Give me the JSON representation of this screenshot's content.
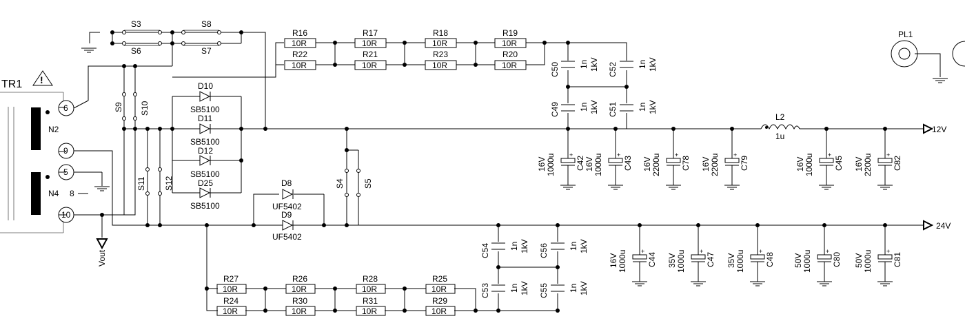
{
  "transformer": {
    "name": "TR1",
    "winding_top": "N2",
    "winding_bottom": "N4",
    "pins": [
      "6",
      "9",
      "5",
      "10"
    ],
    "pin_unconnected": "8"
  },
  "switches": {
    "s3": "S3",
    "s8": "S8",
    "s6": "S6",
    "s7": "S7",
    "s9": "S9",
    "s10": "S10",
    "s11": "S11",
    "s12": "S12",
    "s4": "S4",
    "s5": "S5"
  },
  "resistors": {
    "r16": {
      "name": "R16",
      "value": "10R"
    },
    "r17": {
      "name": "R17",
      "value": "10R"
    },
    "r18": {
      "name": "R18",
      "value": "10R"
    },
    "r19": {
      "name": "R19",
      "value": "10R"
    },
    "r22": {
      "name": "R22",
      "value": "10R"
    },
    "r21": {
      "name": "R21",
      "value": "10R"
    },
    "r23": {
      "name": "R23",
      "value": "10R"
    },
    "r20": {
      "name": "R20",
      "value": "10R"
    },
    "r27": {
      "name": "R27",
      "value": "10R"
    },
    "r26": {
      "name": "R26",
      "value": "10R"
    },
    "r28": {
      "name": "R28",
      "value": "10R"
    },
    "r25": {
      "name": "R25",
      "value": "10R"
    },
    "r24": {
      "name": "R24",
      "value": "10R"
    },
    "r30": {
      "name": "R30",
      "value": "10R"
    },
    "r31": {
      "name": "R31",
      "value": "10R"
    },
    "r29": {
      "name": "R29",
      "value": "10R"
    }
  },
  "diodes": {
    "d10": {
      "name": "D10",
      "part": "SB5100"
    },
    "d11": {
      "name": "D11",
      "part": "SB5100"
    },
    "d12": {
      "name": "D12",
      "part": "SB5100"
    },
    "d25": {
      "name": "D25",
      "part": "SB5100"
    },
    "d8": {
      "name": "D8",
      "part": "UF5402"
    },
    "d9": {
      "name": "D9",
      "part": "UF5402"
    }
  },
  "snubber_caps": {
    "c50": {
      "name": "C50",
      "value": "1n",
      "rating": "1kV"
    },
    "c52": {
      "name": "C52",
      "value": "1n",
      "rating": "1kV"
    },
    "c49": {
      "name": "C49",
      "value": "1n",
      "rating": "1kV"
    },
    "c51": {
      "name": "C51",
      "value": "1n",
      "rating": "1kV"
    },
    "c54": {
      "name": "C54",
      "value": "1n",
      "rating": "1kV"
    },
    "c56": {
      "name": "C56",
      "value": "1n",
      "rating": "1kV"
    },
    "c53": {
      "name": "C53",
      "value": "1n",
      "rating": "1kV"
    },
    "c55": {
      "name": "C55",
      "value": "1n",
      "rating": "1kV"
    }
  },
  "caps_12v": {
    "c42": {
      "name": "C42",
      "voltage": "16V",
      "value": "1000u"
    },
    "c43": {
      "name": "C43",
      "voltage": "16V",
      "value": "1000u"
    },
    "c78": {
      "name": "C78",
      "voltage": "16V",
      "value": "2200u"
    },
    "c79": {
      "name": "C79",
      "voltage": "16V",
      "value": "2200u"
    },
    "c45": {
      "name": "C45",
      "voltage": "16V",
      "value": "1000u"
    },
    "c82": {
      "name": "C82",
      "voltage": "16V",
      "value": "2200u"
    }
  },
  "caps_24v": {
    "c44": {
      "name": "C44",
      "voltage": "16V",
      "value": "1000u"
    },
    "c47": {
      "name": "C47",
      "voltage": "35V",
      "value": "1000u"
    },
    "c48": {
      "name": "C48",
      "voltage": "35V",
      "value": "1000u"
    },
    "c80": {
      "name": "C80",
      "voltage": "50V",
      "value": "1000u"
    },
    "c81": {
      "name": "C81",
      "voltage": "50V",
      "value": "1000u"
    }
  },
  "inductor": {
    "name": "L2",
    "value": "1u"
  },
  "outputs": {
    "rail_12": "12V",
    "rail_24": "24V",
    "vout": "Vout"
  },
  "connector": {
    "name": "PL1"
  }
}
